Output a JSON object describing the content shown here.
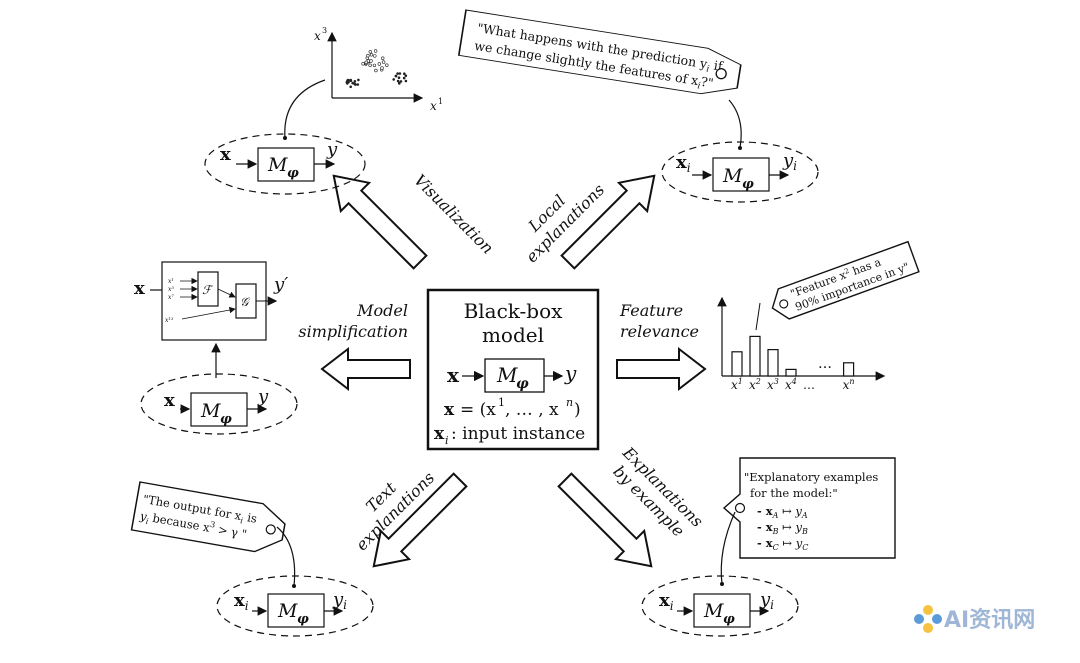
{
  "center": {
    "title_line1": "Black-box",
    "title_line2": "model",
    "x": "x",
    "model": "M",
    "phi": "φ",
    "y": "y",
    "formula_lhs": "x",
    "formula_rhs": "= (x",
    "formula_sup1": "1",
    "formula_mid": ", … , x",
    "formula_supn": "n",
    "formula_end": ")",
    "xi_label": "x",
    "xi_sub": "i",
    "xi_desc": ": input instance"
  },
  "arrows": {
    "visualization": "Visualization",
    "local_line1": "Local",
    "local_line2": "explanations",
    "model_simp_line1": "Model",
    "model_simp_line2": "simplification",
    "feature_line1": "Feature",
    "feature_line2": "relevance",
    "text_line1": "Text",
    "text_line2": "explanations",
    "example_line1": "Explanations",
    "example_line2": "by example"
  },
  "visualization_panel": {
    "x_axis_label": "x",
    "x_axis_sup": "1",
    "y_axis_label": "x",
    "y_axis_sup": "3",
    "input": "x",
    "output": "y"
  },
  "local_panel": {
    "tag_line1": "\"What happens with the prediction y",
    "tag_line1_sub": "i",
    "tag_line1_end": " if",
    "tag_line2": "we change slightly the features of x",
    "tag_line2_sub": "i",
    "tag_line2_end": "?\"",
    "input": "x",
    "input_sub": "i",
    "output": "y",
    "output_sub": "i"
  },
  "simplification_panel": {
    "output": "y′",
    "input": "x",
    "F": "ℱ",
    "G": "𝒢",
    "in1": "x",
    "in1_sup": "1",
    "in2": "x",
    "in2_sup": "3",
    "in3": "x",
    "in3_sup": "7",
    "in4": "x",
    "in4_sup": "13",
    "bottom_input": "x",
    "bottom_output": "y"
  },
  "feature_panel": {
    "tag_line1": "\"Feature x",
    "tag_line1_sup": "2",
    "tag_line1_end": " has a",
    "tag_line2": "90% importance in y\"",
    "tick_labels": [
      "x",
      "x",
      "x",
      "x",
      "…",
      "x"
    ],
    "tick_sups": [
      "1",
      "2",
      "3",
      "4",
      "",
      "n"
    ],
    "dots": "…"
  },
  "chart_data": {
    "type": "bar",
    "categories": [
      "x1",
      "x2",
      "x3",
      "x4",
      "…",
      "xn"
    ],
    "values": [
      0.55,
      0.9,
      0.6,
      0.15,
      0,
      0.3
    ],
    "ylim": [
      0,
      1
    ],
    "title": "",
    "xlabel": "",
    "ylabel": ""
  },
  "text_panel": {
    "tag_line1": "\"The output for x",
    "tag_line1_sub": "i",
    "tag_line1_end": " is",
    "tag_line2": "y",
    "tag_line2_sub": "i",
    "tag_line2_mid": " because x",
    "tag_line2_sup": "3",
    "tag_line2_end": " > γ \"",
    "input": "x",
    "input_sub": "i",
    "output": "y",
    "output_sub": "i"
  },
  "example_panel": {
    "line1": "\"Explanatory examples",
    "line2": "for the model:\"",
    "ex_a": "- x",
    "ex_a_sub": "A",
    "ex_a_map": " ↦ y",
    "ex_a_out": "A",
    "ex_b": "- x",
    "ex_b_sub": "B",
    "ex_b_map": " ↦ y",
    "ex_b_out": "B",
    "ex_c": "- x",
    "ex_c_sub": "C",
    "ex_c_map": " ↦ y",
    "ex_c_out": "C",
    "input": "x",
    "input_sub": "i",
    "output": "y",
    "output_sub": "i"
  },
  "watermark": {
    "text": "AI资讯网"
  },
  "colors": {
    "ink": "#111111",
    "watermark": "#9fb6d6",
    "flower_yellow": "#f5c242",
    "flower_blue": "#5a9bd8"
  }
}
